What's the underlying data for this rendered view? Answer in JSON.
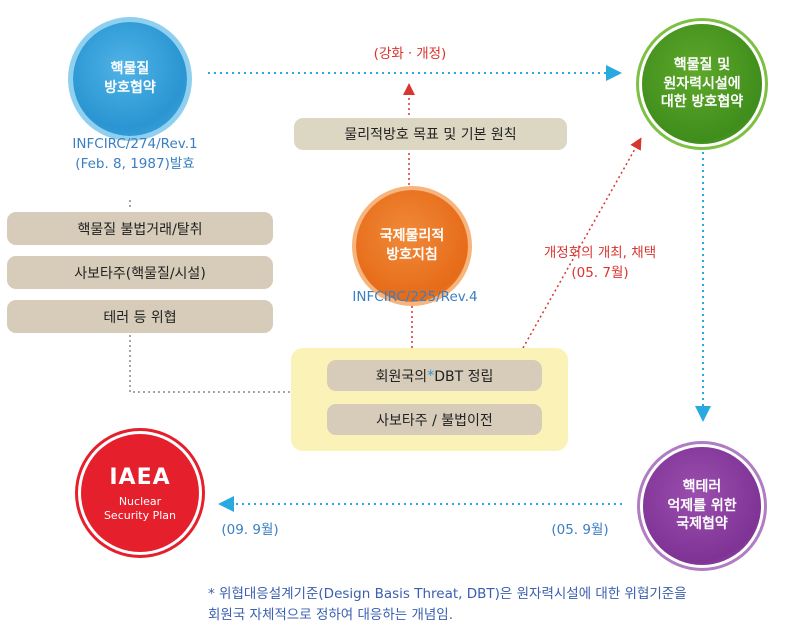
{
  "nodes": {
    "physical_protection_convention": [
      "핵물질",
      "방호협약"
    ],
    "amended_convention": [
      "핵물질 및",
      "원자력시설에",
      "대한 방호협약"
    ],
    "guidelines": [
      "국제물리적",
      "방호지침"
    ],
    "terror_convention": [
      "핵테러",
      "억제를 위한",
      "국제협약"
    ],
    "iaea_plan": {
      "title": "IAEA",
      "line1": "Nuclear",
      "line2": "Security Plan"
    }
  },
  "labels": {
    "infcirc274_line1": "INFCIRC/274/Rev.1",
    "infcirc274_line2": "(Feb. 8, 1987)발효",
    "infcirc225": "INFCIRC/225/Rev.4",
    "strengthen": "(강화ㆍ개정)",
    "adoption_line1": "개정회의 개최, 채택",
    "adoption_line2": "(05. 7월)",
    "date_0509": "(05. 9월)",
    "date_0909": "(09. 9월)"
  },
  "boxes": {
    "objectives": "물리적방호 목표 및 기본 원칙",
    "threats": [
      "핵물질 불법거래/탈취",
      "사보타주(핵물질/시설)",
      "테러 등 위협"
    ],
    "dbt_prefix": "회원국의 ",
    "dbt_star": "*",
    "dbt_suffix": "DBT 정립",
    "sabotage": "사보타주 / 불법이전"
  },
  "footnote": {
    "line1": "* 위협대응설계기준(Design Basis Threat, DBT)은 원자력시설에 대한 위협기준을",
    "line2": "회원국 자체적으로 정하여 대응하는 개념임."
  },
  "colors": {
    "blue": "#2a95d2",
    "green": "#3f8d1c",
    "orange": "#e66b17",
    "purple": "#7f3395",
    "red": "#e5202c",
    "arrow_blue": "#2aa8e0",
    "arrow_red": "#d9352f"
  }
}
